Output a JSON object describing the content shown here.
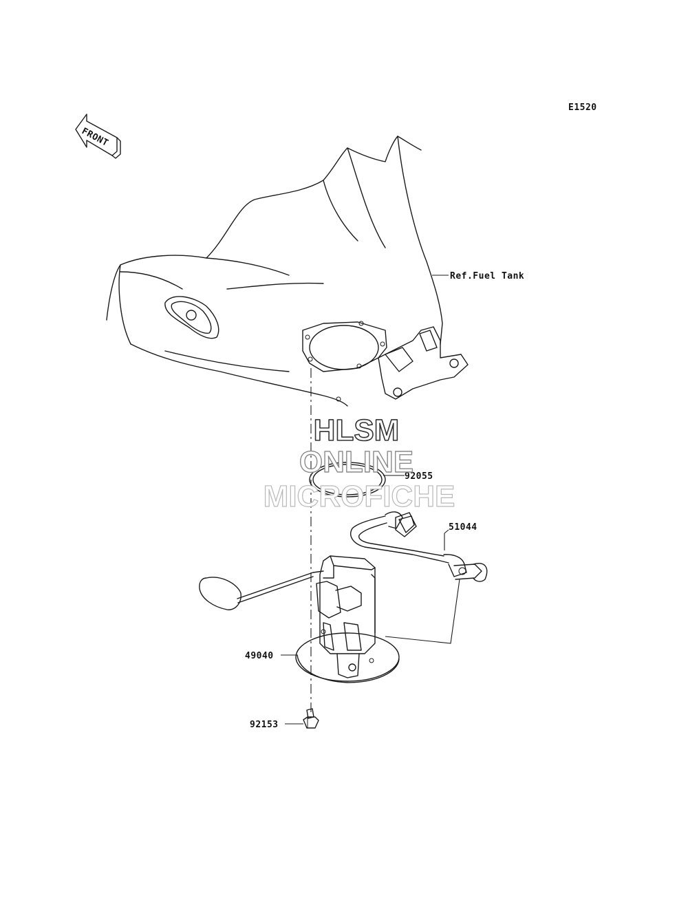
{
  "diagram_code": "E1520",
  "front_arrow_label": "FRONT",
  "reference_label": "Ref.Fuel Tank",
  "parts": [
    {
      "number": "92055"
    },
    {
      "number": "51044"
    },
    {
      "number": "49040"
    },
    {
      "number": "92153"
    }
  ],
  "watermark": {
    "line1": "HLSM",
    "line2": "ONLINE",
    "line3": "MICROFICHE"
  },
  "colors": {
    "ink": "#1a1a1a",
    "watermark_dark": "#333333",
    "watermark_light": "#b8b8b8"
  }
}
